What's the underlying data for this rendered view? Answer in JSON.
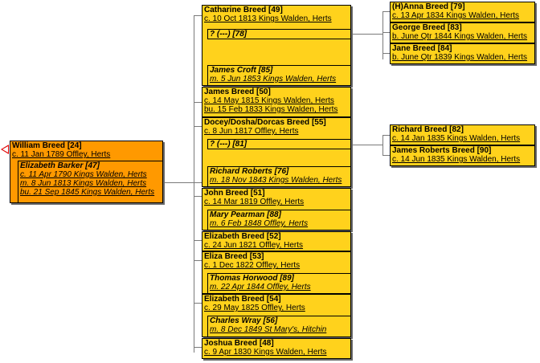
{
  "root": {
    "name": "William Breed [24]",
    "date": "c. 11 Jan 1789 Offley, Herts",
    "spouse": "Elizabeth Barker [47]",
    "spouse_dates": [
      "c. 11 Apr 1790 Kings Walden, Herts",
      "m. 8 Jun 1813 Kings Walden, Herts",
      "bu. 21 Sep 1845 Kings Walden, Herts"
    ]
  },
  "children": [
    {
      "name": "Catharine Breed [49]",
      "dates": [
        "c. 10 Oct 1813 Kings Walden, Herts"
      ],
      "spouse": "? (---) [78]",
      "spouse2": "James Croft [85]",
      "spouse2_dates": [
        "m. 5 Jun 1853 Kings Walden, Herts"
      ]
    },
    {
      "name": "James Breed [50]",
      "dates": [
        "c. 14 May 1815 Kings Walden, Herts",
        "bu. 15 Feb 1833 Kings Walden, Herts"
      ]
    },
    {
      "name": "Docey/Dosha/Dorcas Breed [55]",
      "dates": [
        "c. 8 Jun 1817 Offley, Herts"
      ],
      "spouse": "? (---) [81]",
      "spouse2": "Richard Roberts [76]",
      "spouse2_dates": [
        "m. 18 Nov 1843 Kings Walden, Herts"
      ]
    },
    {
      "name": "John Breed [51]",
      "dates": [
        "c. 14 Mar 1819 Offley, Herts"
      ],
      "spouse": "Mary Pearman [88]",
      "spouse_dates": [
        "m. 6 Feb 1848 Offley, Herts"
      ]
    },
    {
      "name": "Elizabeth Breed [52]",
      "dates": [
        "c. 24 Jun 1821 Offley, Herts"
      ]
    },
    {
      "name": "Eliza Breed [53]",
      "dates": [
        "c. 1 Dec 1822 Offley, Herts"
      ],
      "spouse": "Thomas Horwood [89]",
      "spouse_dates": [
        "m. 22 Apr 1844 Offley, Herts"
      ]
    },
    {
      "name": "Elizabeth Breed [54]",
      "dates": [
        "c. 29 May 1825 Offley, Herts"
      ],
      "spouse": "Charles Wray [56]",
      "spouse_dates": [
        "m. 8 Dec 1849 St Mary's, Hitchin"
      ]
    },
    {
      "name": "Joshua Breed [48]",
      "dates": [
        "c. 9 Apr 1830 Kings Walden, Herts"
      ]
    }
  ],
  "grandchildren_catharine": [
    {
      "name": "(H)Anna Breed [79]",
      "date": "c. 13 Apr 1834 Kings Walden, Herts"
    },
    {
      "name": "George Breed [83]",
      "date": "b. June Qtr 1844 Kings Walden, Herts"
    },
    {
      "name": "Jane Breed [84]",
      "date": "b. June Qtr 1839 Kings Walden, Herts"
    }
  ],
  "grandchildren_docey": [
    {
      "name": "Richard Breed [82]",
      "date": "c. 14 Jan 1835 Kings Walden, Herts"
    },
    {
      "name": "James Roberts Breed [90]",
      "date": "c. 14 Jun 1835 Kings Walden, Herts"
    }
  ],
  "colors": {
    "child_box": "#ffd21c",
    "root_box": "#ff9900",
    "nav_arrow": "#e00000"
  }
}
